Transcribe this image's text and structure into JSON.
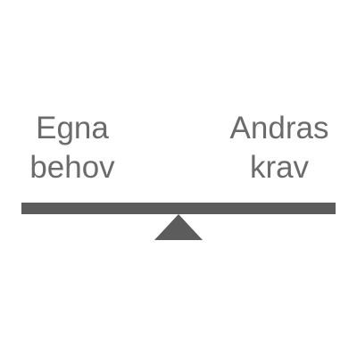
{
  "labels": {
    "left": {
      "line1": "Egna",
      "line2": "behov"
    },
    "right": {
      "line1": "Andras",
      "line2": "krav"
    }
  },
  "colors": {
    "text": "#6b6b6b",
    "scale": "#5c5c5c",
    "background": "#ffffff"
  },
  "icons": {
    "beam": "balance-beam-icon",
    "fulcrum": "fulcrum-triangle-icon"
  },
  "balance": {
    "tilt": "level"
  }
}
